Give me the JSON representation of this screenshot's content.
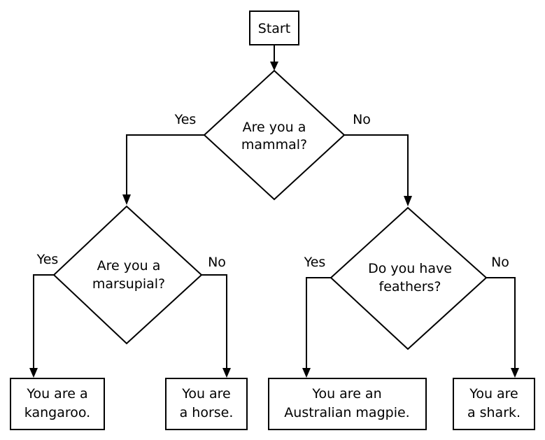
{
  "diagram": {
    "start": "Start",
    "q_mammal": [
      "Are you a",
      "mammal?"
    ],
    "q_marsupial": [
      "Are you a",
      "marsupial?"
    ],
    "q_feathers": [
      "Do you have",
      "feathers?"
    ],
    "r_kangaroo": [
      "You are a",
      "kangaroo."
    ],
    "r_horse": [
      "You are",
      "a horse."
    ],
    "r_magpie": [
      "You are an",
      "Australian magpie."
    ],
    "r_shark": [
      "You are",
      "a shark."
    ],
    "edges": {
      "mammal_yes": "Yes",
      "mammal_no": "No",
      "marsupial_yes": "Yes",
      "marsupial_no": "No",
      "feathers_yes": "Yes",
      "feathers_no": "No"
    }
  }
}
